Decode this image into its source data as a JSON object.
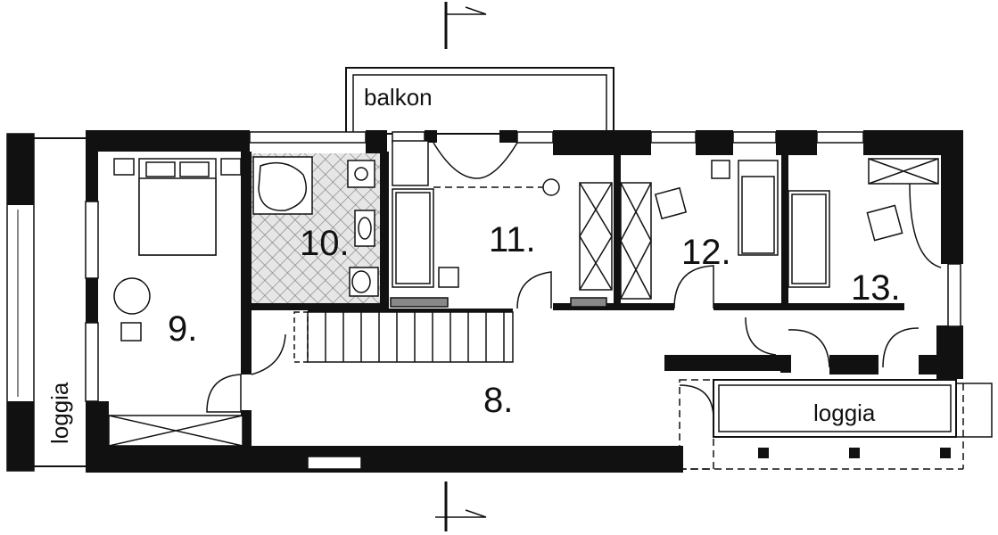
{
  "labels": {
    "balcony": "balkon",
    "loggia_left": "loggia",
    "loggia_right": "loggia"
  },
  "rooms": {
    "r8": "8.",
    "r9": "9.",
    "r10": "10.",
    "r11": "11.",
    "r12": "12.",
    "r13": "13."
  },
  "colors": {
    "wall": "#111111",
    "line": "#111111",
    "background": "#ffffff",
    "tile_hatch": "#777777"
  }
}
